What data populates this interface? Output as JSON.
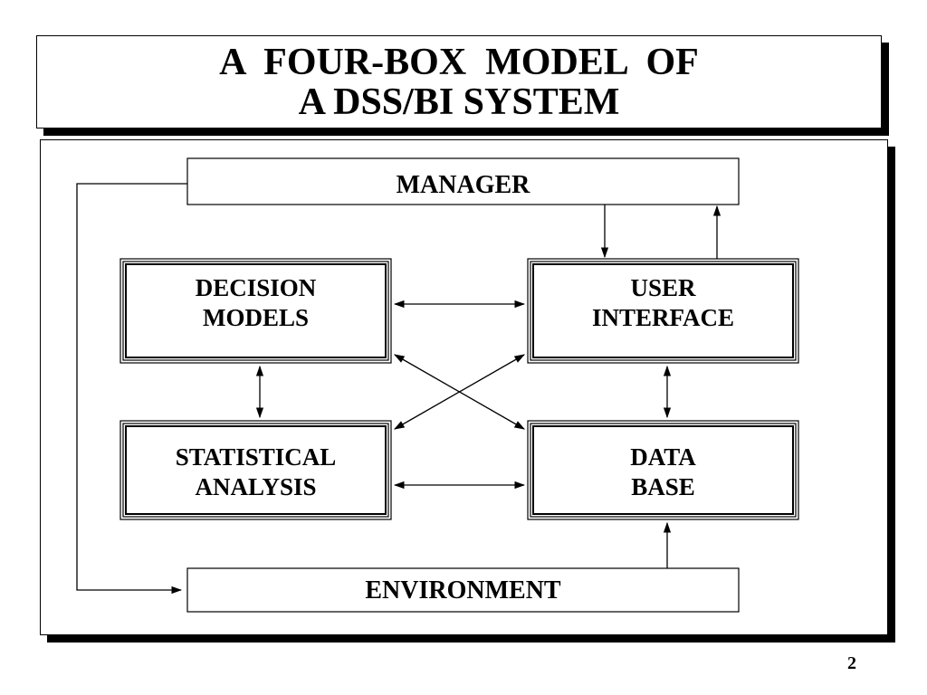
{
  "title": {
    "line1": "A  FOUR-BOX  MODEL  OF",
    "line2": "A DSS/BI SYSTEM"
  },
  "boxes": {
    "manager": "MANAGER",
    "decision_models": [
      "DECISION",
      "MODELS"
    ],
    "user_interface": [
      "USER",
      "INTERFACE"
    ],
    "statistical_analysis": [
      "STATISTICAL",
      "ANALYSIS"
    ],
    "data_base": [
      "DATA",
      "BASE"
    ],
    "environment": "ENVIRONMENT"
  },
  "page_number": "2"
}
